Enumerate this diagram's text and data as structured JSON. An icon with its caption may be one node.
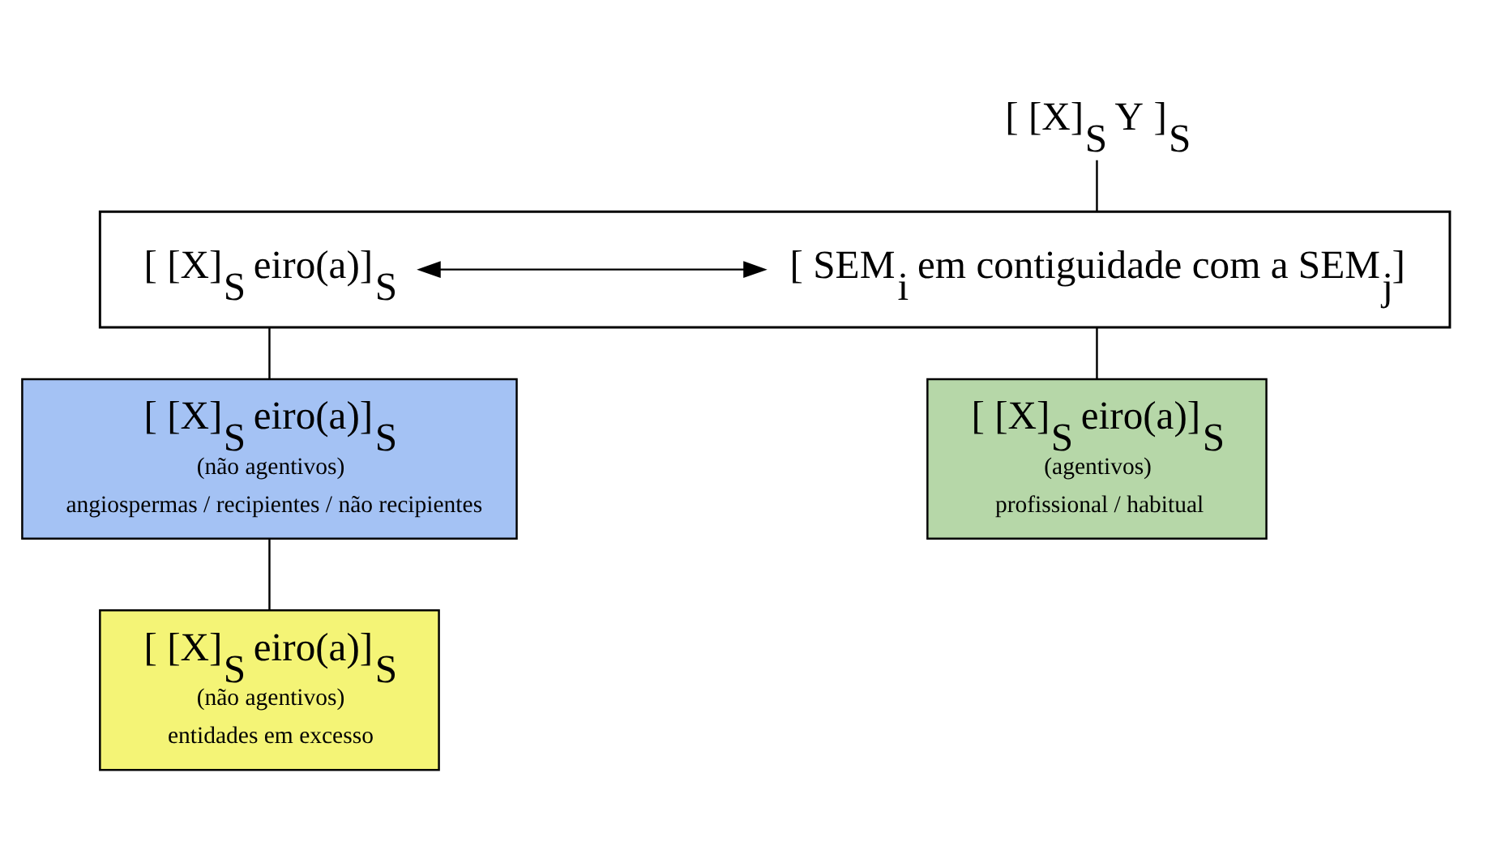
{
  "diagram": {
    "nodes": [
      {
        "text": [
          "[ [X]$_{S}$ Y ]$_{S}$"
        ]
      },
      {
        "text": [],
        "shape": "box"
      },
      {
        "text": [
          "[ [X]$_{S}$ eiro(a)]$_{S}$"
        ],
        "in": 1
      },
      {
        "text": [
          "[ SEM$_{i}$ em contiguidade com a SEM$_{j}$]"
        ],
        "in": 1
      },
      {
        "text": [
          "[ [X]$_{S}$ eiro(a)]$_{S}$",
          "(não agentivos)",
          "angiospermas / recipientes / não recipientes"
        ]
      },
      {
        "text": [
          "[ [X]$_{S}$ eiro(a)]$_{S}$",
          "(agentivos)",
          "profissional / habitual"
        ]
      },
      {
        "text": [
          "[ [X]$_{S}$ eiro(a)]$_{S}$",
          "(não agentivos)",
          "entidades em excesso"
        ]
      }
    ],
    "edges": [
      {
        "from": 0,
        "to": 1,
        "arrow": "none"
      },
      {
        "from": 2,
        "to": 3,
        "arrow": "both"
      },
      {
        "from": 1,
        "to": 4,
        "arrow": "none"
      },
      {
        "from": 1,
        "to": 5,
        "arrow": "none"
      },
      {
        "from": 4,
        "to": 6,
        "arrow": "none"
      }
    ]
  }
}
